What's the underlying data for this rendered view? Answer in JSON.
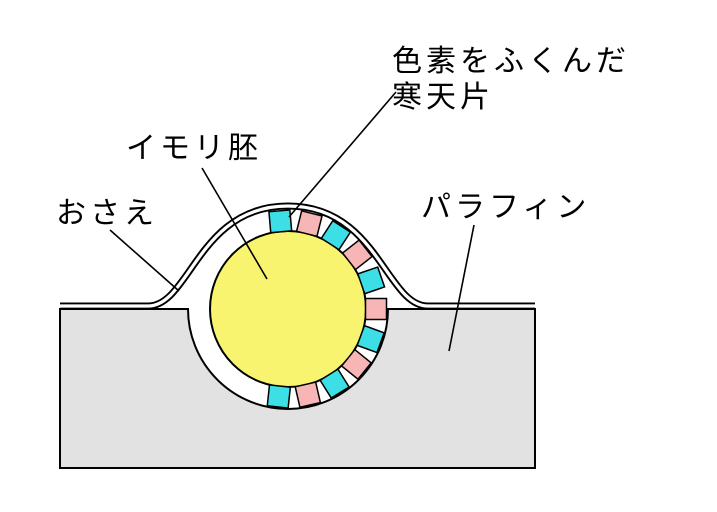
{
  "diagram": {
    "labels": {
      "agar_line1": "色素をふくんだ",
      "agar_line2": "寒天片",
      "embryo": "イモリ胚",
      "holder": "おさえ",
      "paraffin": "パラフィン"
    },
    "colors": {
      "paraffin": "#e2e2e2",
      "embryo": "#f8f470",
      "agar_cyan": "#3cdfe6",
      "agar_pink": "#f7b5b5",
      "outline": "#000000",
      "background": "#ffffff"
    },
    "agar_pieces": [
      {
        "angle_deg": -5,
        "pigment": "cyan"
      },
      {
        "angle_deg": 14,
        "pigment": "pink"
      },
      {
        "angle_deg": 33,
        "pigment": "cyan"
      },
      {
        "angle_deg": 52,
        "pigment": "pink"
      },
      {
        "angle_deg": 71,
        "pigment": "cyan"
      },
      {
        "angle_deg": 90,
        "pigment": "pink"
      },
      {
        "angle_deg": 110,
        "pigment": "cyan"
      },
      {
        "angle_deg": 129,
        "pigment": "pink"
      },
      {
        "angle_deg": 148,
        "pigment": "cyan"
      },
      {
        "angle_deg": 167,
        "pigment": "pink"
      },
      {
        "angle_deg": 186,
        "pigment": "cyan"
      }
    ]
  }
}
